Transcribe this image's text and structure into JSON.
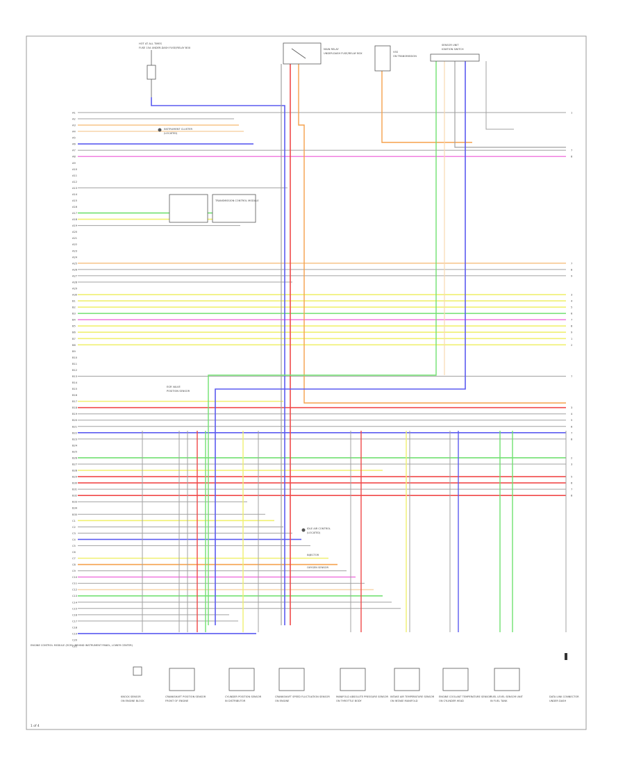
{
  "diagram": {
    "page_number": "1 of 4",
    "left_note": "ENGINE CONTROL MODULE (ECM) (BEHIND INSTRUMENT PANEL, LOWER CENTER)",
    "pin_labels": [
      "A1",
      "A2",
      "A3",
      "A4",
      "A5",
      "A6",
      "A7",
      "A8",
      "A9",
      "A10",
      "A11",
      "A12",
      "A13",
      "A14",
      "A15",
      "A16",
      "A17",
      "A18",
      "A19",
      "A20",
      "A21",
      "A22",
      "A23",
      "A24",
      "A25",
      "A26",
      "A27",
      "A28",
      "A29",
      "A30",
      "B1",
      "B2",
      "B3",
      "B4",
      "B5",
      "B6",
      "B7",
      "B8",
      "B9",
      "B10",
      "B11",
      "B12",
      "B13",
      "B14",
      "B15",
      "B16",
      "B17",
      "B18",
      "B19",
      "B20",
      "B21",
      "B22",
      "B23",
      "B24",
      "B25",
      "B26",
      "B27",
      "B28",
      "B29",
      "B30",
      "B31",
      "B32",
      "B33",
      "B34",
      "B35",
      "C1",
      "C2",
      "C3",
      "C4",
      "C5",
      "C6",
      "C7",
      "C8",
      "C9",
      "C10",
      "C11",
      "C12",
      "C13",
      "C14",
      "C15",
      "C16",
      "C17",
      "C18",
      "C19",
      "C20",
      "C21"
    ],
    "wire_colors": {
      "orange": "#f5a04a",
      "gray": "#a0a0a0",
      "blue": "#5a5af0",
      "pink": "#f080e0",
      "green": "#70e070",
      "yellow": "#f0f070",
      "red": "#f04848",
      "light_orange": "#f8c890",
      "peach": "#f8d8b0",
      "black": "#404040"
    },
    "top_components": [
      {
        "label": "HOT AT ALL TIMES",
        "sub": "FUSE 15A UNDER-DASH FUSE/RELAY BOX"
      },
      {
        "label": "MAIN RELAY",
        "sub": "UNDER-DASH FUSE/RELAY BOX"
      },
      {
        "label": "VSS",
        "sub": "ON TRANSMISSION"
      },
      {
        "label": "SENSOR UNIT",
        "sub": "IGNITION SWITCH"
      }
    ],
    "bottom_components": [
      {
        "label": "KNOCK SENSOR",
        "sub": "ON ENGINE BLOCK"
      },
      {
        "label": "CRANKSHAFT POSITION SENSOR",
        "sub": "FRONT OF ENGINE"
      },
      {
        "label": "CYLINDER POSITION SENSOR",
        "sub": "IN DISTRIBUTOR"
      },
      {
        "label": "CRANKSHAFT SPEED FLUCTUATION SENSOR",
        "sub": "ON ENGINE"
      },
      {
        "label": "MANIFOLD ABSOLUTE PRESSURE SENSOR",
        "sub": "ON THROTTLE BODY"
      },
      {
        "label": "INTAKE AIR TEMPERATURE SENSOR",
        "sub": "ON INTAKE MANIFOLD"
      },
      {
        "label": "ENGINE COOLANT TEMPERATURE SENSOR",
        "sub": "ON CYLINDER HEAD"
      },
      {
        "label": "FUEL LEVEL SENSOR UNIT",
        "sub": "IN FUEL TANK"
      },
      {
        "label": "DATA LINK CONNECTOR",
        "sub": "UNDER DASH"
      }
    ],
    "side_components": [
      {
        "label": "INSTRUMENT CLUSTER",
        "sub": "(LOCATED)"
      },
      {
        "label": "TRANSMISSION CONTROL MODULE",
        "sub": ""
      },
      {
        "label": "EGR VALVE",
        "sub": "POSITION SENSOR"
      },
      {
        "label": "IDLE AIR CONTROL",
        "sub": "(LOCATED)"
      },
      {
        "label": "INJECTOR",
        "sub": ""
      },
      {
        "label": "OXYGEN SENSOR",
        "sub": ""
      }
    ]
  }
}
